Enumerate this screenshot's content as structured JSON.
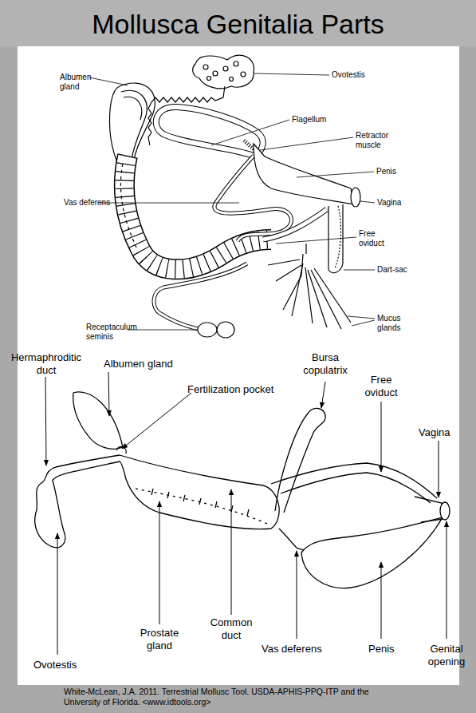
{
  "diagram": {
    "title": "Mollusca Genitalia Parts",
    "caption": "White-McLean, J.A. 2011. Terrestrial Mollusc Tool. USDA-APHIS-PPQ-ITP and the University of Florida. <www.idtools.org>",
    "labels": [
      "Albumen gland",
      "Ovotestis",
      "Flagellum",
      "Retractor muscle",
      "Penis",
      "Vas deferens",
      "Vagina",
      "Free oviduct",
      "Dart-sac",
      "Mucus glands",
      "Receptaculum seminis",
      "Hermaphroditic duct",
      "Albumen gland",
      "Bursa copulatrix",
      "Free oviduct",
      "Fertilization pocket",
      "Vagina",
      "Common duct",
      "Prostate gland",
      "Vas deferens",
      "Penis",
      "Genital opening",
      "Ovotestis"
    ]
  }
}
